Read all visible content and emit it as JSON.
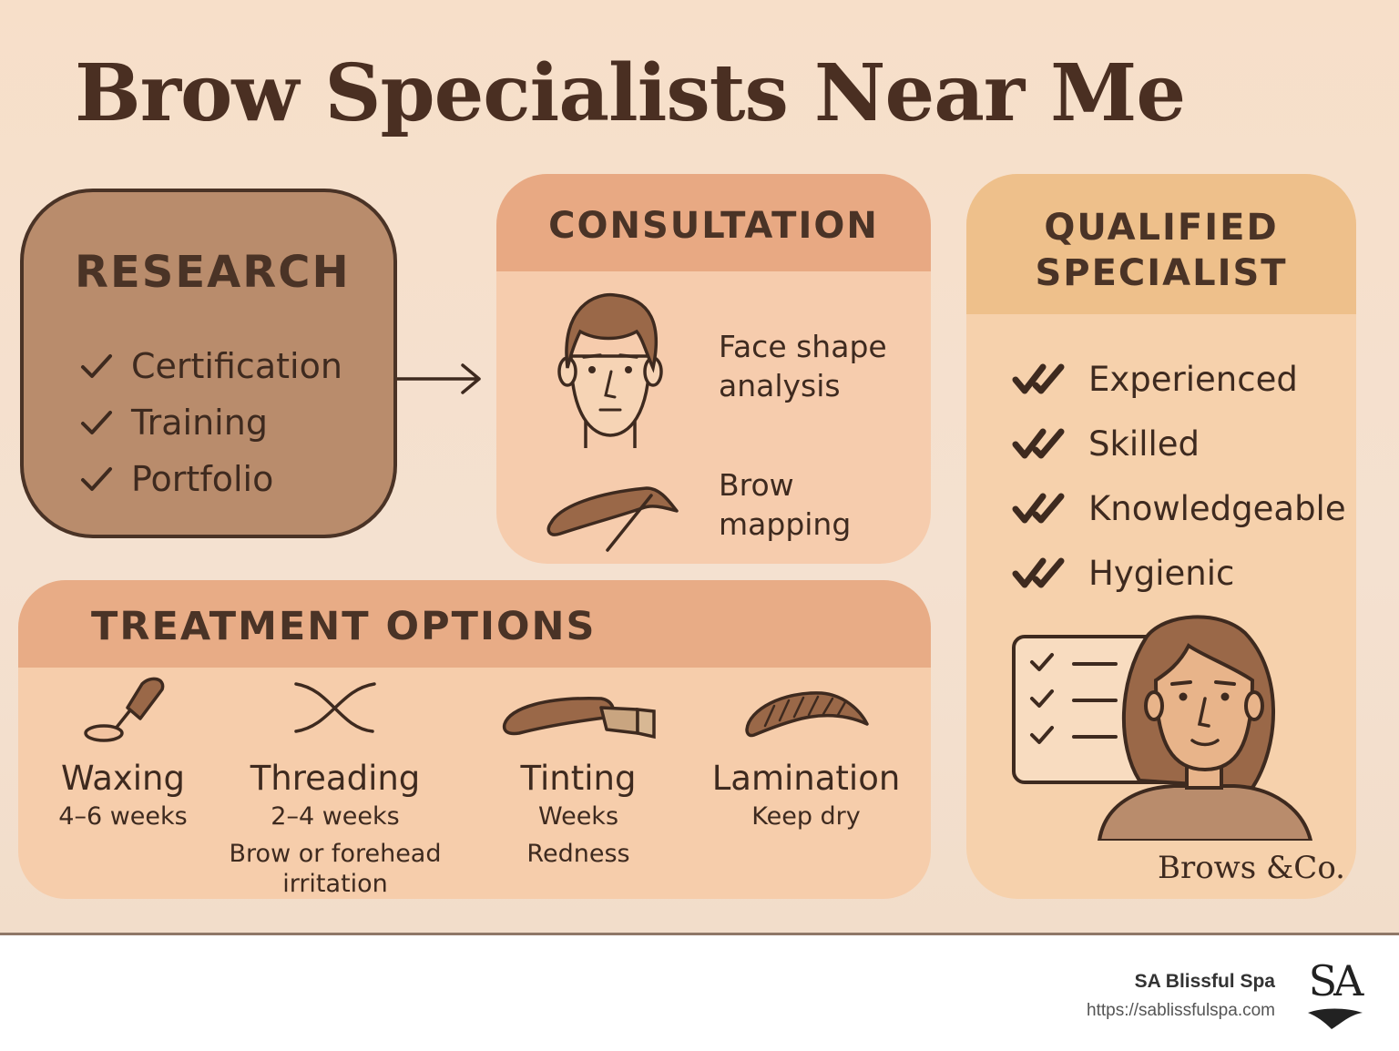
{
  "title": "Brow Specialists Near Me",
  "research": {
    "title": "RESEARCH",
    "items": [
      "Certification",
      "Training",
      "Portfolio"
    ]
  },
  "consultation": {
    "title": "CONSULTATION",
    "items": [
      {
        "label": "Face shape analysis",
        "icon": "face-icon"
      },
      {
        "label": "Brow mapping",
        "icon": "brow-pencil-icon"
      }
    ]
  },
  "qualified": {
    "title_line1": "QUALIFIED",
    "title_line2": "SPECIALIST",
    "items": [
      "Experienced",
      "Skilled",
      "Knowledgeable",
      "Hygienic"
    ],
    "brand": "Brows &Co."
  },
  "treatment": {
    "title": "TREATMENT OPTIONS",
    "options": [
      {
        "name": "Waxing",
        "detail": "4–6 weeks",
        "note": "",
        "icon": "wax-spatula-icon"
      },
      {
        "name": "Threading",
        "detail": "2–4 weeks",
        "note": "Brow or forehead irritation",
        "icon": "thread-icon"
      },
      {
        "name": "Tinting",
        "detail": "Weeks",
        "note": "Redness",
        "icon": "tint-brush-icon"
      },
      {
        "name": "Lamination",
        "detail": "Keep dry",
        "note": "",
        "icon": "laminated-brow-icon"
      }
    ]
  },
  "footer": {
    "name": "SA Blissful Spa",
    "url": "https://sablissfulspa.com",
    "logo_text": "SA"
  },
  "colors": {
    "background": "#f4e1d0",
    "dark_brown": "#4a3326",
    "research_fill": "#b98c6c",
    "header_peach": "#e8a983",
    "panel_peach": "#f6ccad",
    "qualified_header": "#eec08b"
  }
}
